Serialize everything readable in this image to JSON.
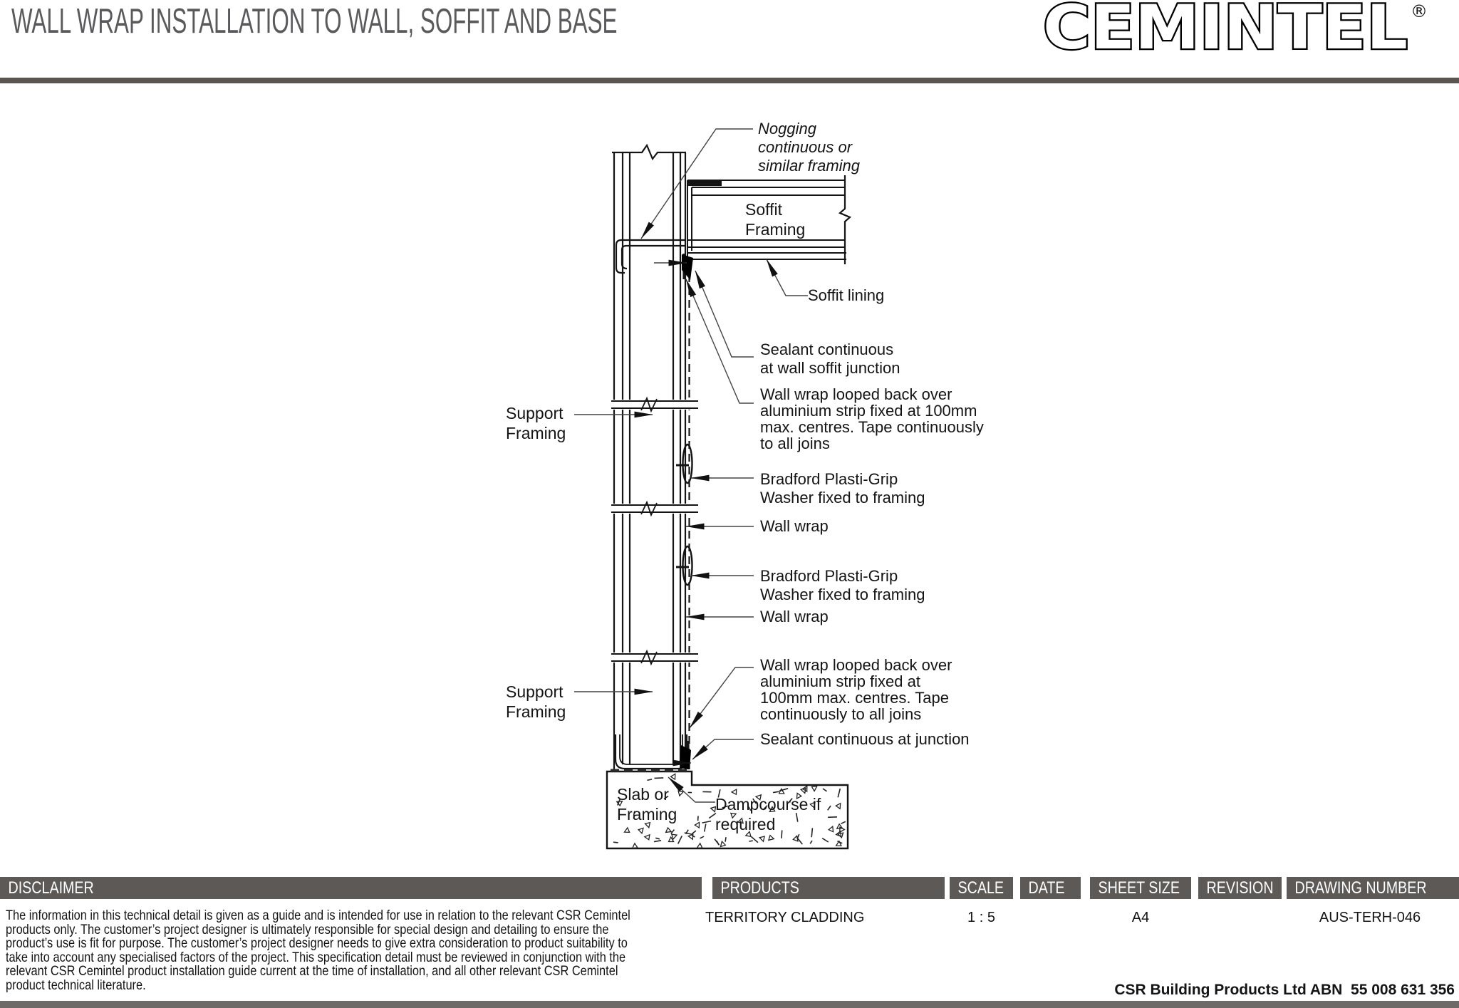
{
  "header": {
    "title": "WALL WRAP INSTALLATION TO WALL, SOFFIT AND BASE",
    "logo_text": "CEMINTEL",
    "logo_mark": "®"
  },
  "drawing": {
    "labels": {
      "nogging": "Nogging\ncontinuous or\nsimilar framing",
      "soffit_framing": "Soffit\nFraming",
      "soffit_lining": "Soffit lining",
      "sealant_top": "Sealant continuous\nat wall soffit junction",
      "wrap_looped_top": "Wall wrap looped back over\naluminium strip fixed at 100mm\nmax. centres. Tape continuously\nto all joins",
      "bradford_1": "Bradford Plasti-Grip\nWasher fixed to framing",
      "wall_wrap_1": "Wall wrap",
      "bradford_2": "Bradford Plasti-Grip\nWasher fixed to framing",
      "wall_wrap_2": "Wall wrap",
      "support_1": "Support\nFraming",
      "support_2": "Support\nFraming",
      "wrap_looped_bottom": "Wall wrap looped back over\naluminium strip fixed at\n100mm  max. centres. Tape\ncontinuously to all joins",
      "sealant_bottom": "Sealant continuous at junction",
      "slab": "Slab or\nFraming",
      "dampcourse": "Dampcourse if\nrequired"
    }
  },
  "footer": {
    "disclaimer_header": "DISCLAIMER",
    "disclaimer_text": "The information in this technical detail is given as a guide and is intended for use in relation to the relevant CSR Cemintel\nproducts only. The customer’s project designer is ultimately responsible for special design and detailing to ensure the\nproduct’s use is fit for purpose. The customer’s project designer needs to give extra consideration to product suitability to\ntake into account any specialised factors of the project. This specification detail must be reviewed in conjunction with the\nrelevant CSR Cemintel product installation guide current at the time of installation, and all other relevant CSR Cemintel\nproduct technical literature.",
    "columns": [
      {
        "label": "PRODUCTS",
        "value": "TERRITORY CLADDING"
      },
      {
        "label": "SCALE",
        "value": "1 : 5"
      },
      {
        "label": "DATE",
        "value": ""
      },
      {
        "label": "SHEET SIZE",
        "value": "A4"
      },
      {
        "label": "REVISION",
        "value": ""
      },
      {
        "label": "DRAWING NUMBER",
        "value": "AUS-TERH-046"
      }
    ],
    "company_line": "CSR Building Products Ltd ABN  55 008 631 356"
  },
  "colors": {
    "header_bar": "#5c5957",
    "title_rule": "#5a5550",
    "bottom_bar": "#6d6a67",
    "line": "#141414",
    "leader": "#444444",
    "title_text": "#5a5a5c"
  }
}
